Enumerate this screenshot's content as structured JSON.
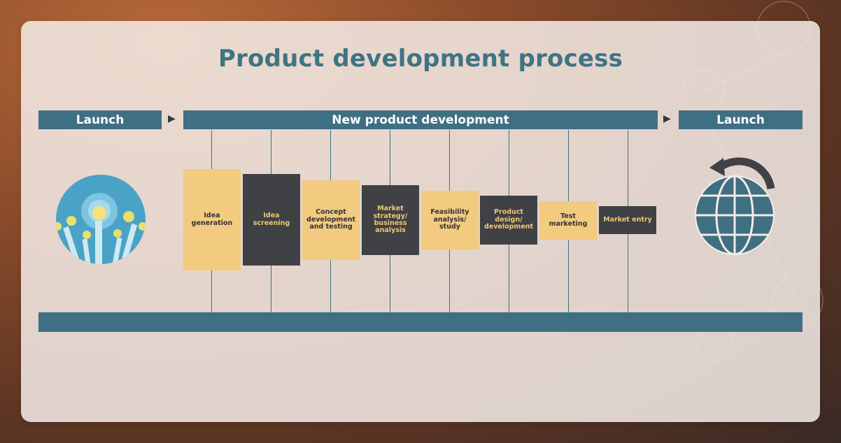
{
  "title": "Product development process",
  "bands": {
    "left": "Launch",
    "middle": "New product development",
    "right": "Launch"
  },
  "stages": [
    {
      "label": "Idea generation",
      "style": "yellow"
    },
    {
      "label": "Idea screening",
      "style": "dark"
    },
    {
      "label": "Concept development and testing",
      "style": "yellow"
    },
    {
      "label": "Market strategy/ business analysis",
      "style": "dark"
    },
    {
      "label": "Feasibility analysis/ study",
      "style": "yellow"
    },
    {
      "label": "Product design/ development",
      "style": "dark"
    },
    {
      "label": "Test marketing",
      "style": "yellow"
    },
    {
      "label": "Market entry",
      "style": "dark"
    }
  ],
  "icons": {
    "left": "lightbulb-hands-icon",
    "right": "globe-rotate-icon",
    "arrow": "play-arrow-icon"
  },
  "colors": {
    "teal": "#3f6f82",
    "yellow": "#f2ca80",
    "dark": "#3f4145",
    "title": "#3f7485"
  }
}
